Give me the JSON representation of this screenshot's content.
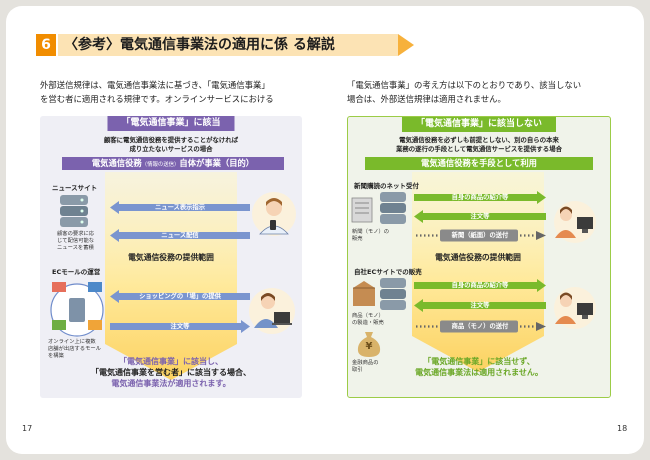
{
  "header": {
    "number": "6",
    "title": "〈参考〉電気通信事業法の適用に係 る解説"
  },
  "intro": {
    "left": [
      "外部送信規律は、電気通信事業法に基づき、「電気通信事業」",
      "を営む者に適用される規律です。オンラインサービスにおける"
    ],
    "right": [
      "「電気通信事業」の考え方は以下のとおりであり、該当しない",
      "場合は、外部送信規律は適用されません。"
    ]
  },
  "left_panel": {
    "tab": "「電気通信事業」に該当",
    "condition": [
      "顧客に電気通信役務を提供することがなければ",
      "成り立たないサービスの場合"
    ],
    "band_main": "電気通信役務",
    "band_small": "（情報の送信）",
    "band_tail": "自体が事業（目的）",
    "news_site_label": "ニュースサイト",
    "news_site_note": [
      "顧客の要求に応",
      "じて配信可能な",
      "ニュースを蓄積"
    ],
    "ec_mall_label": "ECモールの運営",
    "ec_mall_note": [
      "オンライン上に複数",
      "店舗が出店するモール",
      "を構築"
    ],
    "arrows": [
      "ニュース表示指示",
      "ニュース配信",
      "ショッピングの「場」の提供",
      "注文等"
    ],
    "scope": "電気通信役務の提供範囲",
    "conclusion": [
      "「電気通信事業」に該当し、",
      "「電気通信事業を営む者」に該当する場合、",
      "電気通信事業法が適用されます。"
    ]
  },
  "right_panel": {
    "tab": "「電気通信事業」に該当しない",
    "condition": [
      "電気通信役務を必ずしも前提としない、別の自らの本来",
      "業務の遂行の手段として電気通信サービスを提供する場合"
    ],
    "band": "電気通信役務を手段として利用",
    "news_sale_label": "新聞購読のネット受付",
    "news_sale_note": [
      "新聞（モノ）の",
      "販売"
    ],
    "ec_site_label": "自社ECサイトでの販売",
    "ec_site_note": [
      "商品（モノ）",
      "の製造・販売"
    ],
    "finance_note": [
      "金融商品の",
      "取引"
    ],
    "arrows_1": [
      "自身の商品の紹介等",
      "注文等",
      "新聞（紙面）の送付"
    ],
    "arrows_2": [
      "自身の商品の紹介等",
      "注文等",
      "商品（モノ）の送付"
    ],
    "scope": "電気通信役務の提供範囲",
    "conclusion": [
      "「電気通信事業」に該当せず、",
      "電気通信事業法は適用されません。"
    ],
    "money_symbol": "¥"
  },
  "colors": {
    "orange": "#f18d00",
    "purple": "#7b62ae",
    "green": "#7aba2b",
    "blue_arrow": "#7a95cf"
  },
  "page_numbers": {
    "left": "17",
    "right": "18"
  }
}
